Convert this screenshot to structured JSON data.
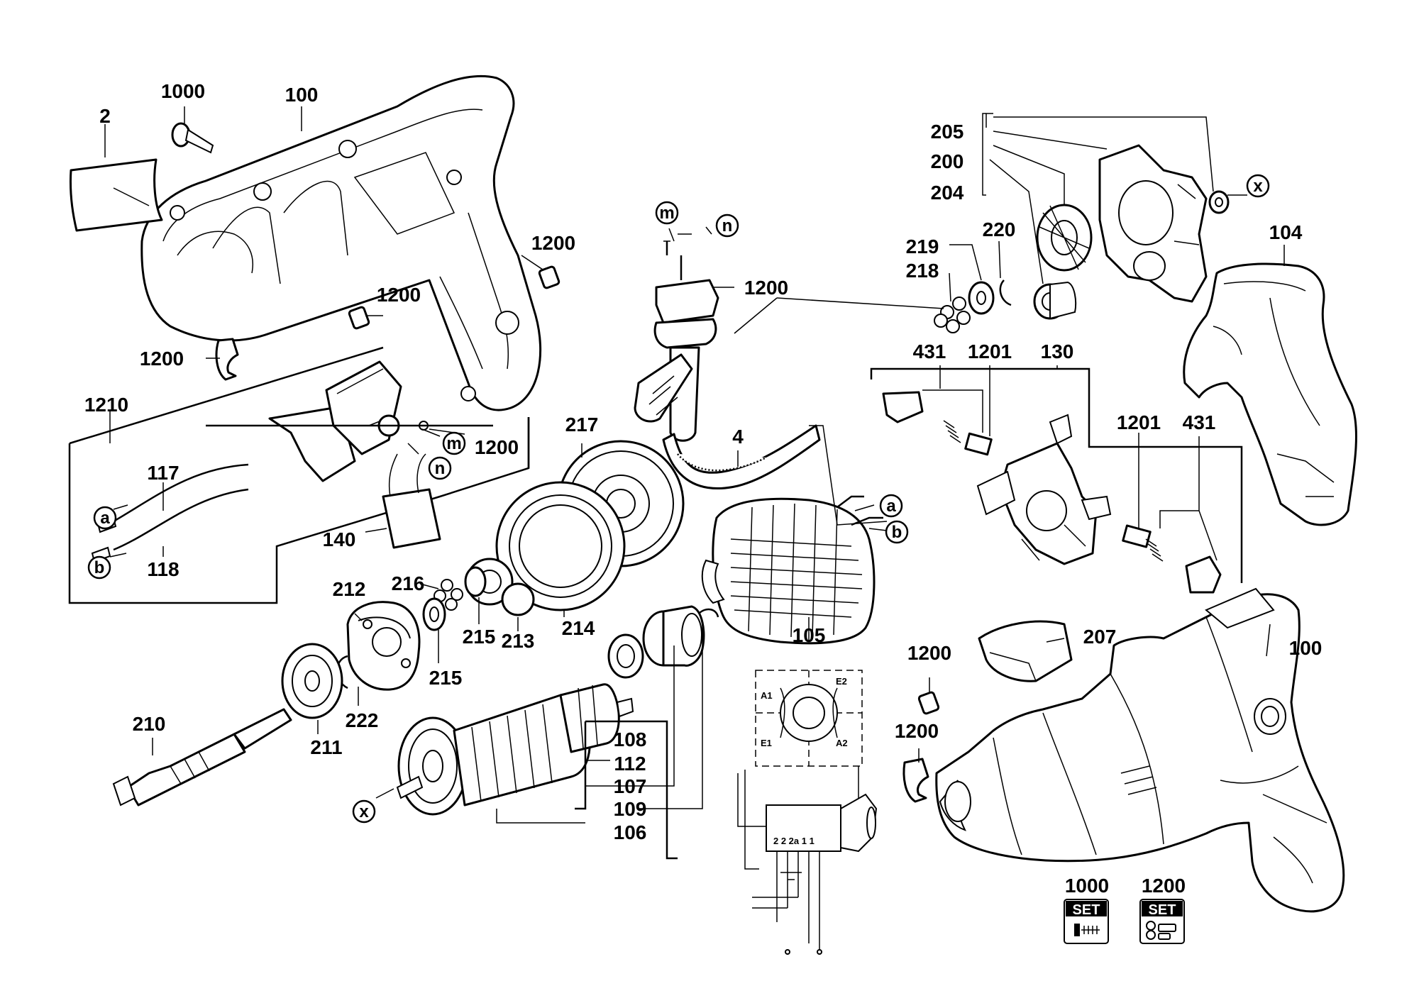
{
  "labels": {
    "l_2": "2",
    "l_1000_top": "1000",
    "l_100_top": "100",
    "l_1200_a": "1200",
    "l_1200_b": "1200",
    "l_1200_c": "1200",
    "l_1210": "1210",
    "l_117": "117",
    "l_118": "118",
    "l_140": "140",
    "l_1200_d": "1200",
    "l_1200_e": "1200",
    "l_4": "4",
    "l_217": "217",
    "l_212": "212",
    "l_216": "216",
    "l_215_a": "215",
    "l_215_b": "215",
    "l_213": "213",
    "l_214": "214",
    "l_222": "222",
    "l_211": "211",
    "l_210": "210",
    "l_105": "105",
    "l_108": "108",
    "l_112": "112",
    "l_107": "107",
    "l_109": "109",
    "l_106": "106",
    "l_205": "205",
    "l_200": "200",
    "l_204": "204",
    "l_219": "219",
    "l_220": "220",
    "l_218": "218",
    "l_431_a": "431",
    "l_1201_a": "1201",
    "l_130": "130",
    "l_1201_b": "1201",
    "l_431_b": "431",
    "l_104": "104",
    "l_207": "207",
    "l_100_bottom": "100",
    "l_1200_f": "1200",
    "l_1200_g": "1200",
    "l_set_1000": "1000",
    "l_set_1200": "1200"
  },
  "connectors": {
    "a": "a",
    "b": "b",
    "m": "m",
    "n": "n",
    "x": "x"
  },
  "wiring": {
    "a1": "A1",
    "e2": "E2",
    "e1": "E1",
    "a2": "A2",
    "terminals": "2  2  2a  1  1"
  },
  "set_boxes": {
    "word": "SET"
  }
}
